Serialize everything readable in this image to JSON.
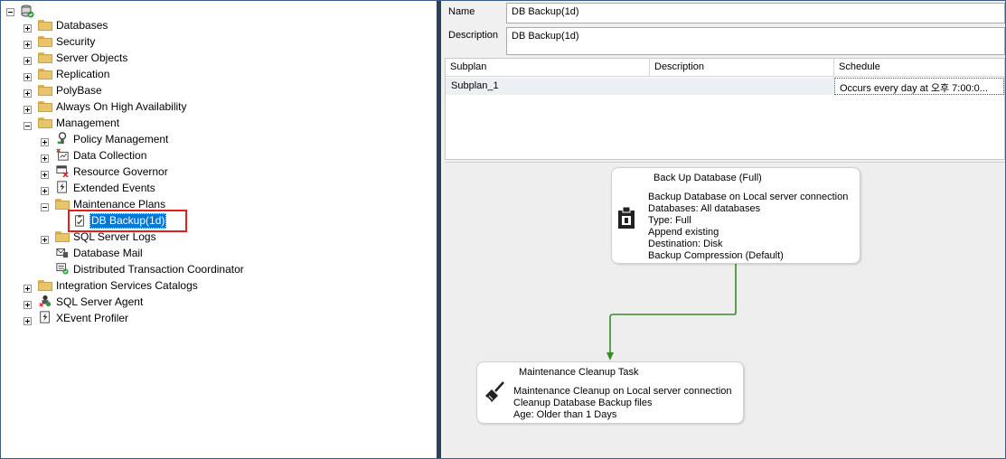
{
  "tree": {
    "items": [
      {
        "label": "Databases"
      },
      {
        "label": "Security"
      },
      {
        "label": "Server Objects"
      },
      {
        "label": "Replication"
      },
      {
        "label": "PolyBase"
      },
      {
        "label": "Always On High Availability"
      },
      {
        "label": "Management"
      },
      {
        "label": "Policy Management"
      },
      {
        "label": "Data Collection"
      },
      {
        "label": "Resource Governor"
      },
      {
        "label": "Extended Events"
      },
      {
        "label": "Maintenance Plans"
      },
      {
        "label": "DB Backup(1d)"
      },
      {
        "label": "SQL Server Logs"
      },
      {
        "label": "Database Mail"
      },
      {
        "label": "Distributed Transaction Coordinator"
      },
      {
        "label": "Integration Services Catalogs"
      },
      {
        "label": "SQL Server Agent"
      },
      {
        "label": "XEvent Profiler"
      }
    ]
  },
  "properties": {
    "name_label": "Name",
    "name_value": "DB Backup(1d)",
    "description_label": "Description",
    "description_value": "DB Backup(1d)"
  },
  "subplans": {
    "headers": [
      "Subplan",
      "Description",
      "Schedule"
    ],
    "rows": [
      {
        "subplan": "Subplan_1",
        "description": "",
        "schedule": "Occurs every day at 오후 7:00:0..."
      }
    ]
  },
  "tasks": {
    "backup": {
      "title": "Back Up Database (Full)",
      "lines": [
        "Backup Database on Local server connection",
        "Databases: All databases",
        "Type: Full",
        "Append existing",
        "Destination: Disk",
        "Backup Compression (Default)"
      ]
    },
    "cleanup": {
      "title": "Maintenance Cleanup Task",
      "lines": [
        "Maintenance Cleanup on Local server connection",
        "Cleanup Database Backup files",
        "Age: Older than 1 Days"
      ]
    }
  },
  "colors": {
    "selection": "#0078d7",
    "highlight_box": "#e0201f",
    "connector": "#3a8a2a"
  }
}
